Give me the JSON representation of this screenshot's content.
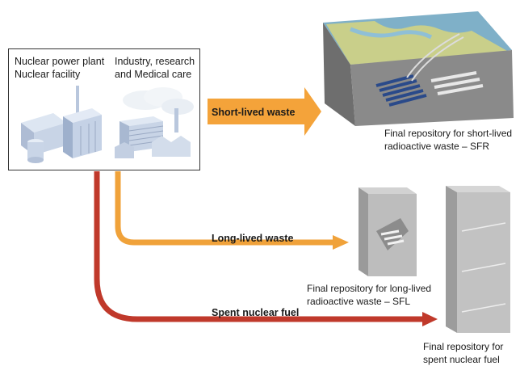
{
  "sources": {
    "nuclear_line1": "Nuclear power plant",
    "nuclear_line2": "Nuclear facility",
    "industry_line1": "Industry, research",
    "industry_line2": "and Medical care"
  },
  "flows": {
    "short_lived": "Short-lived waste",
    "long_lived": "Long-lived waste",
    "spent_fuel": "Spent nuclear fuel"
  },
  "repositories": {
    "sfr_line1": "Final repository for short-lived",
    "sfr_line2": "radioactive waste – SFR",
    "sfl_line1": "Final repository for long-lived",
    "sfl_line2": "radioactive waste – SFL",
    "spent_line1": "Final repository for",
    "spent_line2": "spent nuclear fuel"
  },
  "colors": {
    "short_lived": "#f4a33a",
    "long_lived": "#f0a23a",
    "spent_fuel": "#c0392b"
  }
}
